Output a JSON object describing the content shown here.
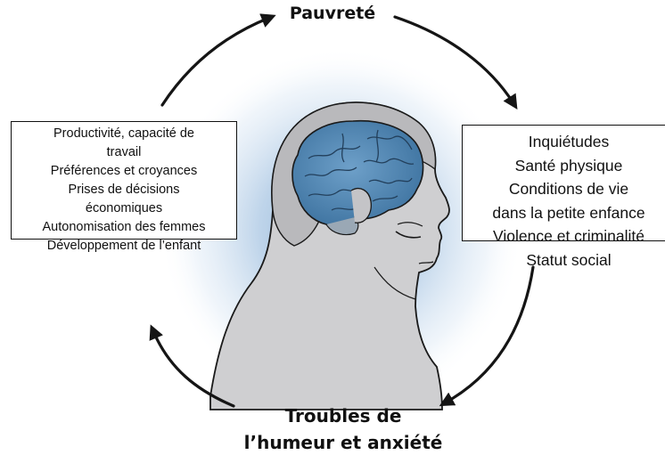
{
  "cycle": {
    "top_label": "Pauvreté",
    "bottom_label_lines": [
      "Troubles de",
      "l’humeur et anxiété"
    ]
  },
  "left_box": {
    "lines": [
      "Productivité, capacité de",
      "travail",
      "Préférences et croyances",
      "Prises de décisions",
      "économiques",
      "Autonomisation des femmes",
      "Développement de l’enfant"
    ]
  },
  "right_box": {
    "lines": [
      "Inquiétudes",
      "Santé physique",
      "Conditions de vie",
      "dans la petite enfance",
      "Violence et criminalité",
      "Statut social"
    ]
  },
  "illustration": {
    "name": "head-with-brain-illustration",
    "colors": {
      "glow": "#8fb6d9",
      "head_fill": "#cfcfd1",
      "hair_fill": "#b9b9bc",
      "brain_fill": "#4e86b4",
      "outline": "#1a1a1a"
    }
  },
  "colors": {
    "arrow": "#151515",
    "text": "#111111"
  }
}
